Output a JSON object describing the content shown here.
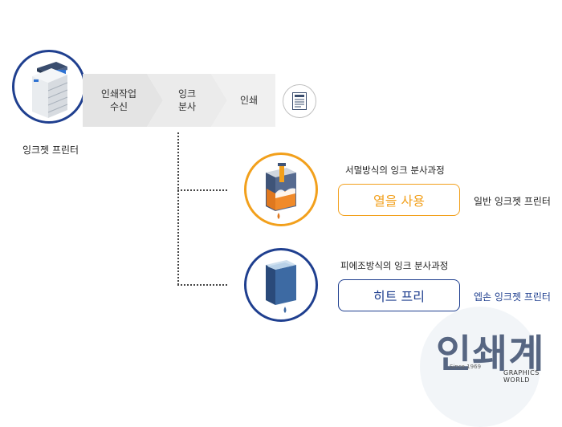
{
  "printer": {
    "label": "잉크젯 프린터"
  },
  "flow": [
    {
      "label": "인쇄작업\n수신"
    },
    {
      "label": "잉크\n분사"
    },
    {
      "label": "인쇄"
    }
  ],
  "thermal": {
    "title": "서멀방식의 잉크 분사과정",
    "button": "열을 사용",
    "side_label": "일반 잉크젯 프린터",
    "color": "#f2a01c"
  },
  "piezo": {
    "title": "피에조방식의 잉크 분사과정",
    "button": "히트 프리",
    "side_label": "엡손 잉크젯 프린터",
    "color": "#1f3f8f"
  },
  "watermark": {
    "title": "인쇄계",
    "since": "Since 1969",
    "brand": "GRAPHICS WORLD"
  },
  "icons": [
    "printer-icon",
    "document-icon",
    "thermal-ink-tank-icon",
    "piezo-ink-tank-icon",
    "ink-drop-icon"
  ]
}
